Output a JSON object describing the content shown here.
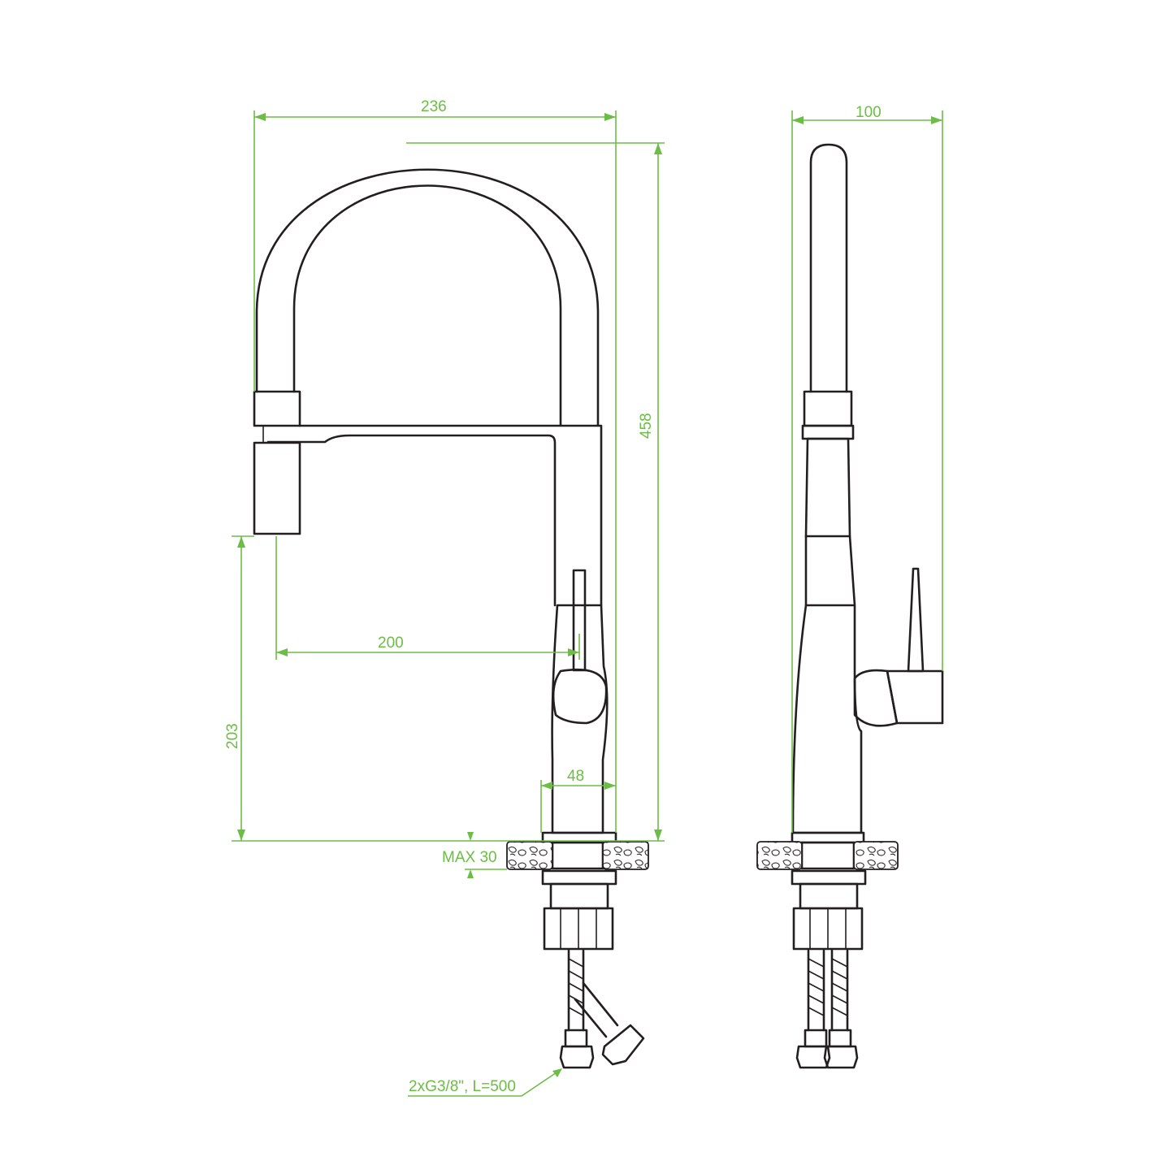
{
  "colors": {
    "outline": "#231f20",
    "dimension": "#6cbd45",
    "background": "#ffffff"
  },
  "front_view": {
    "dim_width": "236",
    "dim_height": "458",
    "dim_reach": "200",
    "dim_spout_height": "203",
    "dim_base": "48",
    "dim_max_thickness": "MAX 30",
    "hose_note": "2xG3/8\", L=500"
  },
  "side_view": {
    "dim_width": "100"
  }
}
